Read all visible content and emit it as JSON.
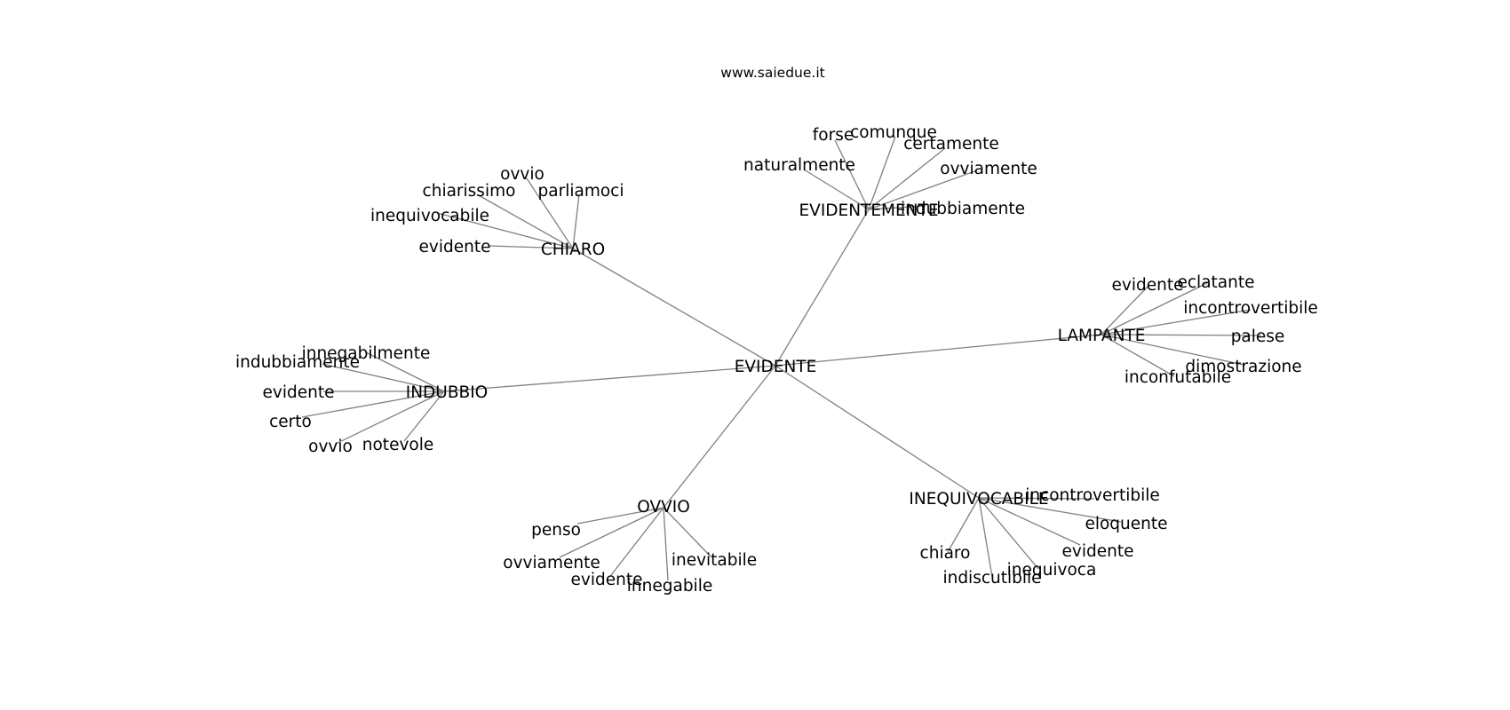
{
  "site": "www.saiedue.it",
  "root": "EVIDENTE",
  "groups": [
    {
      "hub": "EVIDENTEMENTE",
      "leaves": [
        "forse",
        "comunque",
        "certamente",
        "naturalmente",
        "ovviamente",
        "indubbiamente"
      ]
    },
    {
      "hub": "CHIARO",
      "leaves": [
        "ovvio",
        "chiarissimo",
        "parliamoci",
        "inequivocabile",
        "evidente"
      ]
    },
    {
      "hub": "LAMPANTE",
      "leaves": [
        "evidente",
        "eclatante",
        "incontrovertibile",
        "palese",
        "dimostrazione",
        "inconfutabile"
      ]
    },
    {
      "hub": "INDUBBIO",
      "leaves": [
        "innegabilmente",
        "indubbiamente",
        "evidente",
        "certo",
        "ovvio",
        "notevole"
      ]
    },
    {
      "hub": "OVVIO",
      "leaves": [
        "penso",
        "ovviamente",
        "evidente",
        "innegabile",
        "inevitabile"
      ]
    },
    {
      "hub": "INEQUIVOCABILE",
      "leaves": [
        "incontrovertibile",
        "eloquente",
        "evidente",
        "inequivoca",
        "indiscutibile",
        "chiaro"
      ]
    }
  ]
}
